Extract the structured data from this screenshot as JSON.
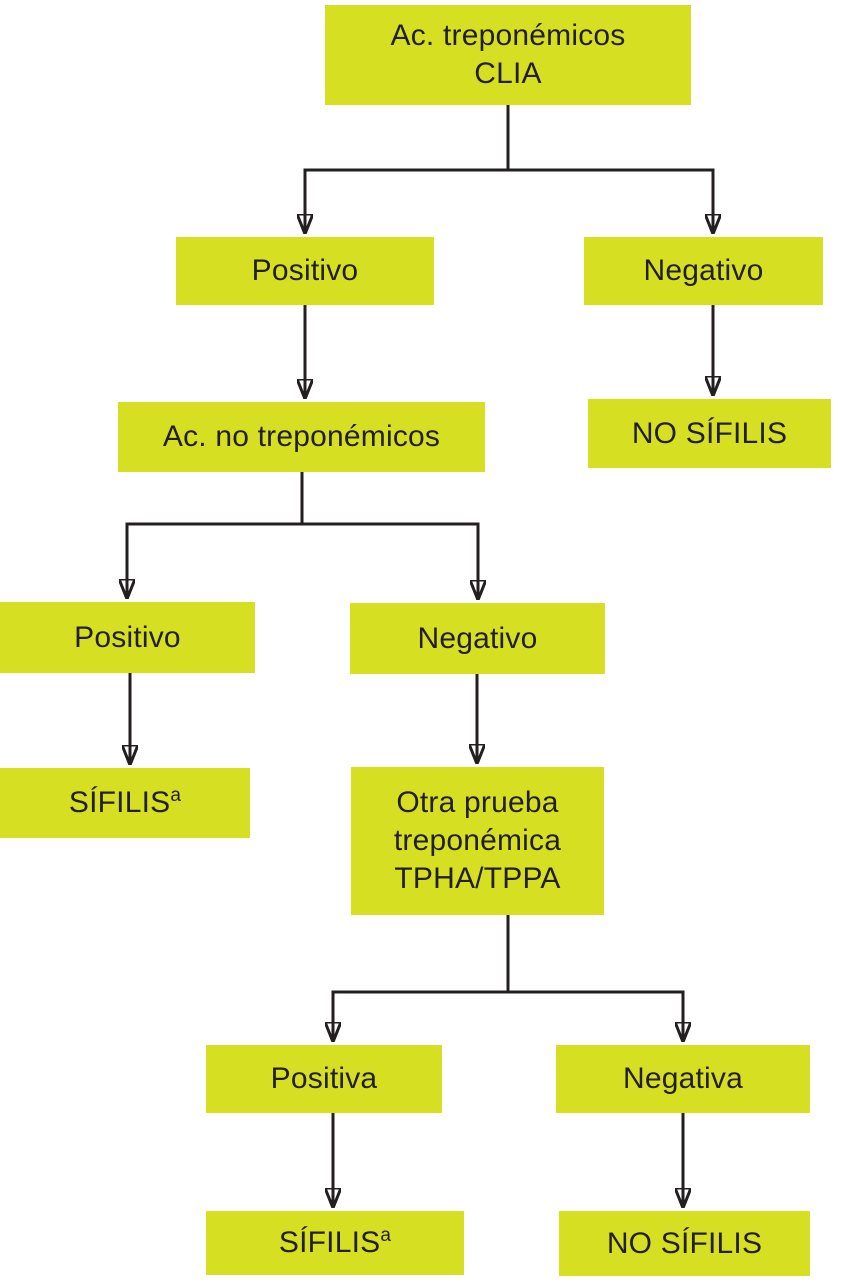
{
  "diagram": {
    "type": "flowchart",
    "colors": {
      "box_fill": "#d7df23",
      "line": "#231f20",
      "text": "#231f20",
      "background": "#ffffff"
    },
    "nodes": {
      "root": {
        "line1": "Ac. treponémicos",
        "line2": "CLIA"
      },
      "positivo1": {
        "label": "Positivo"
      },
      "negativo1": {
        "label": "Negativo"
      },
      "no_sifilis1": {
        "label": "NO SÍFILIS"
      },
      "ac_no_treponemicos": {
        "label": "Ac. no treponémicos"
      },
      "positivo2": {
        "label": "Positivo"
      },
      "negativo2": {
        "label": "Negativo"
      },
      "sifilis1": {
        "label": "SÍFILIS",
        "superscript": "a"
      },
      "otra_prueba": {
        "line1": "Otra prueba",
        "line2": "treponémica",
        "line3": "TPHA/TPPA"
      },
      "positiva": {
        "label": "Positiva"
      },
      "negativa": {
        "label": "Negativa"
      },
      "sifilis2": {
        "label": "SÍFILIS",
        "superscript": "a"
      },
      "no_sifilis2": {
        "label": "NO SÍFILIS"
      }
    }
  }
}
